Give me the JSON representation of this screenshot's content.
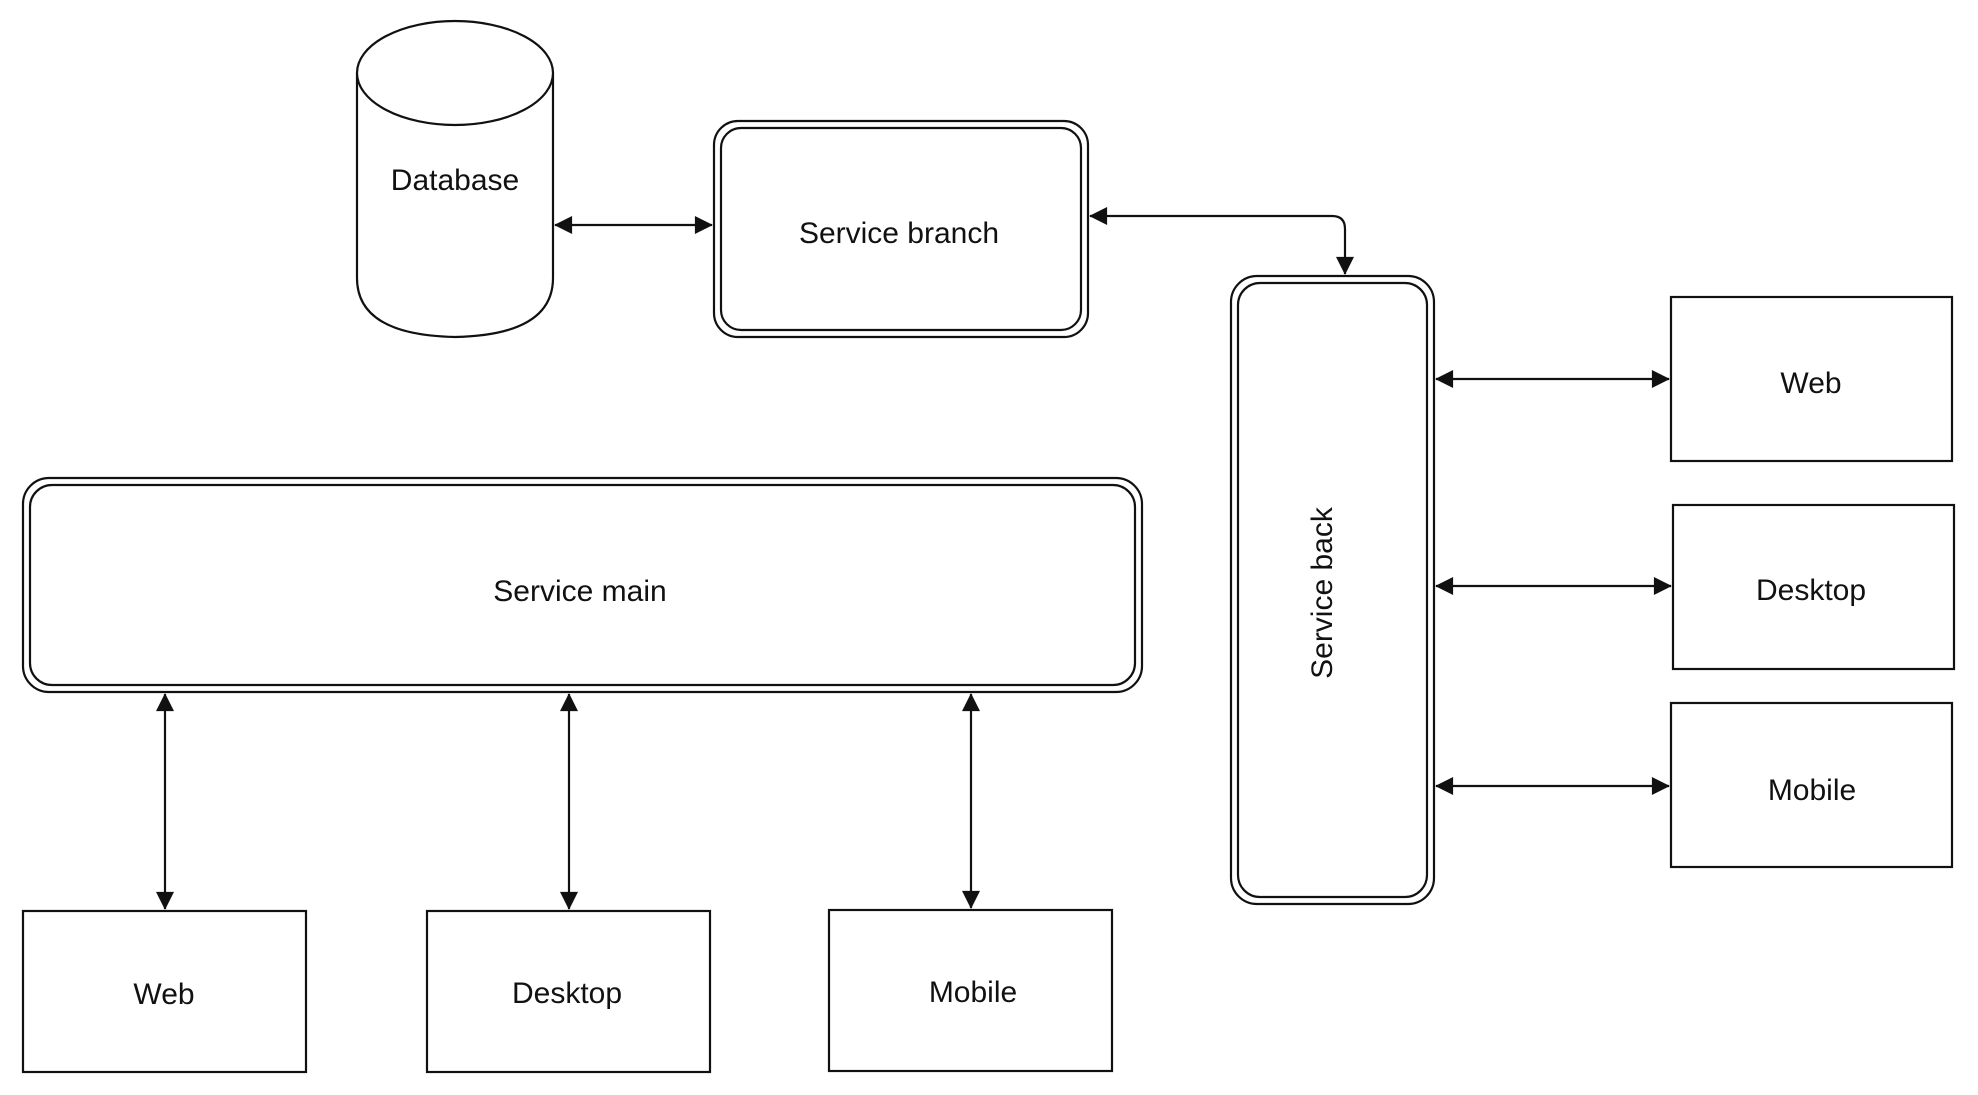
{
  "diagram": {
    "nodes": {
      "database": "Database",
      "service_branch": "Service branch",
      "service_back": "Service back",
      "service_main": "Service main",
      "back_web": "Web",
      "back_desktop": "Desktop",
      "back_mobile": "Mobile",
      "main_web": "Web",
      "main_desktop": "Desktop",
      "main_mobile": "Mobile"
    }
  }
}
